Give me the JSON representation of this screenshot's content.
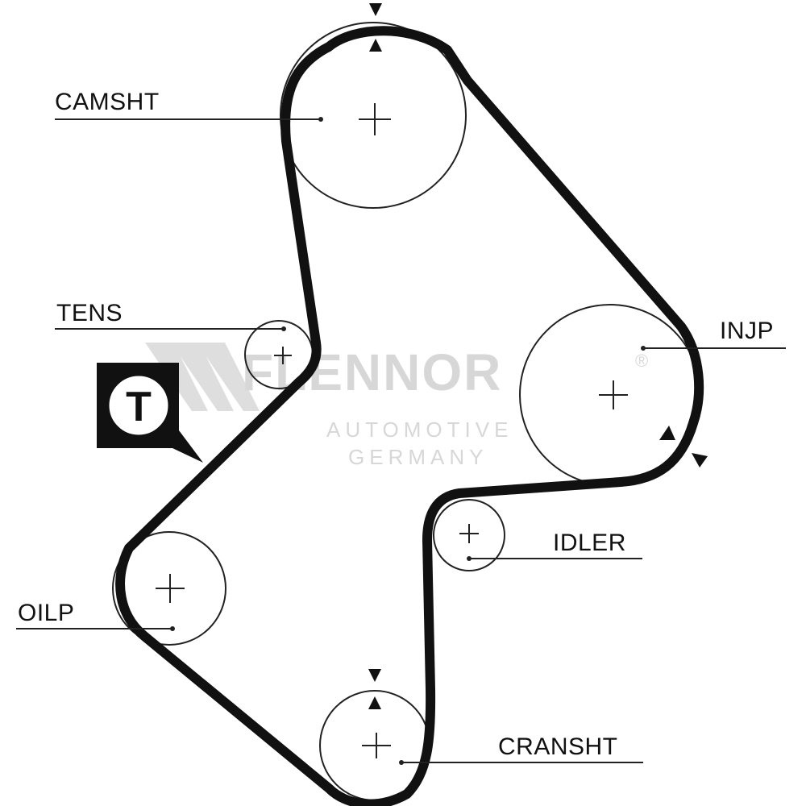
{
  "labels": {
    "camshaft": "CAMSHT",
    "tensioner": "TENS",
    "injection_pump": "INJP",
    "idler": "IDLER",
    "oil_pump": "OILP",
    "crankshaft": "CRANSHT"
  },
  "tensioner_badge": {
    "letter": "T"
  },
  "watermark": {
    "brand": "FLENNOR",
    "registered": "®",
    "line1": "AUTOMOTIVE",
    "line2": "GERMANY"
  },
  "colors": {
    "belt": "#111111",
    "pulley_outline": "#222222",
    "watermark": "#d7d7d7",
    "background": "#ffffff"
  }
}
